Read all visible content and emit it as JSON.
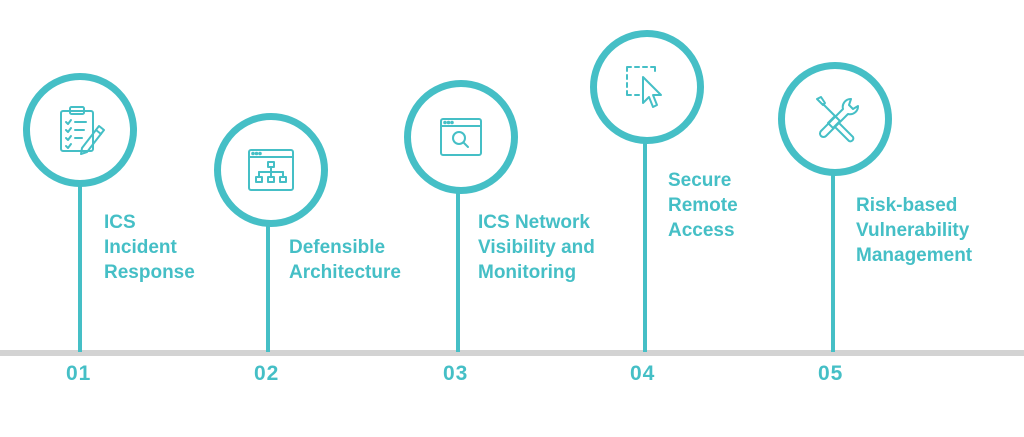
{
  "colors": {
    "accent": "#45bfc6",
    "baseline": "#d3d3d3"
  },
  "steps": [
    {
      "number": "01",
      "icon": "clipboard-checklist-icon",
      "label_lines": [
        "ICS",
        "Incident",
        "Response"
      ]
    },
    {
      "number": "02",
      "icon": "sitemap-browser-icon",
      "label_lines": [
        "Defensible",
        "Architecture"
      ]
    },
    {
      "number": "03",
      "icon": "browser-search-icon",
      "label_lines": [
        "ICS Network",
        "Visibility and",
        "Monitoring"
      ]
    },
    {
      "number": "04",
      "icon": "remote-cursor-icon",
      "label_lines": [
        "Secure",
        "Remote",
        "Access"
      ]
    },
    {
      "number": "05",
      "icon": "wrench-screwdriver-icon",
      "label_lines": [
        "Risk-based",
        "Vulnerability",
        "Management"
      ]
    }
  ]
}
